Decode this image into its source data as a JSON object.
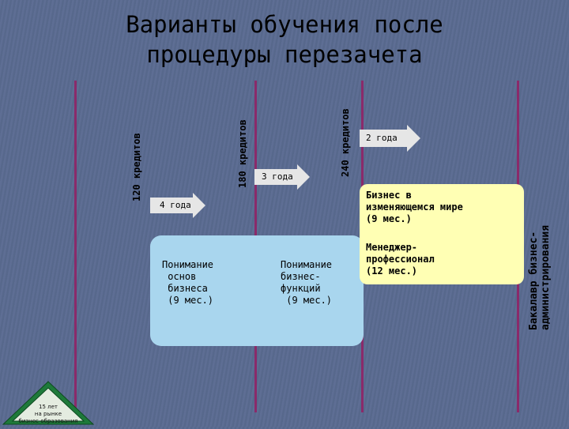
{
  "title": {
    "line1": "Варианты обучения после",
    "line2": "процедуры перезачета"
  },
  "credits": {
    "c120": "120 кредитов",
    "c180": "180 кредитов",
    "c240": "240 кредитов"
  },
  "arrows": {
    "four_years": "4 года",
    "three_years": "3 года",
    "two_years": "2 года"
  },
  "boxes": {
    "basics": [
      "Понимание",
      " основ",
      " бизнеса",
      " (9 мес.)"
    ],
    "functions": [
      "Понимание",
      "бизнес-",
      "функций",
      " (9 мес.)"
    ],
    "changing_world": [
      "Бизнес в",
      "изменяющемся мире",
      "(9 мес.)"
    ],
    "manager": [
      "Менеджер-",
      "профессионал",
      "(12 мес.)"
    ]
  },
  "degree": {
    "line1": "Бакалавр бизнес-",
    "line2": "администрирования"
  },
  "badge": {
    "line1": "15 лет",
    "line2": "на рынке",
    "line3": "бизнес-образования"
  },
  "colors": {
    "background": "#5a6b91",
    "divider": "#8a2a6a",
    "arrow_fill": "#e6e6e6",
    "box_blue": "#a9d6ee",
    "box_yellow": "#ffffb4",
    "badge_green": "#1e7a3a"
  }
}
